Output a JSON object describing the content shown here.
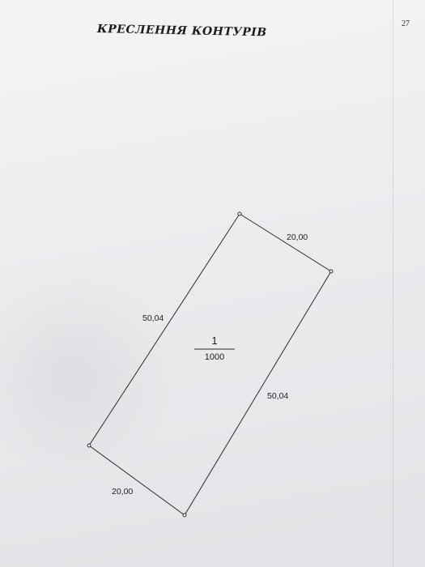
{
  "page": {
    "title": "КРЕСЛЕННЯ КОНТУРІВ",
    "page_number": "27"
  },
  "drawing": {
    "parcel_number": "1",
    "parcel_denominator": "1000",
    "dimensions": {
      "top_side": "20,00",
      "left_side": "50,04",
      "right_side": "50,04",
      "bottom_side": "20,00"
    }
  }
}
